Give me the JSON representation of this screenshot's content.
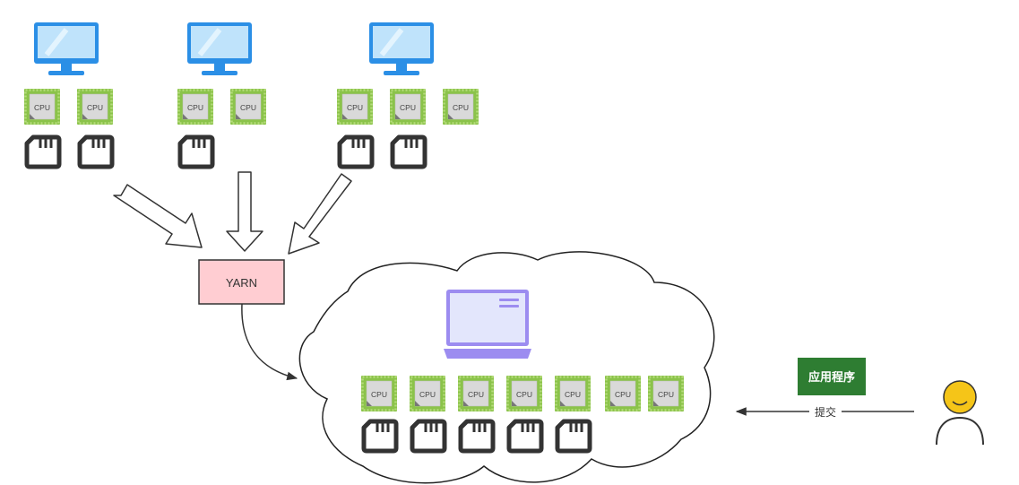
{
  "yarn": {
    "label": "YARN",
    "fill": "#ffcdd2",
    "stroke": "#333333"
  },
  "cpu": {
    "label": "CPU",
    "border": "#8bc34a",
    "chip": "#d9d9d9"
  },
  "memory_color": "#333333",
  "monitor_color": "#2196f3",
  "laptop_color": "#9c8cf0",
  "nodes": [
    {
      "id": "node-1",
      "cpus": 2,
      "memory": 2
    },
    {
      "id": "node-2",
      "cpus": 2,
      "memory": 1
    },
    {
      "id": "node-3",
      "cpus": 3,
      "memory": 2
    }
  ],
  "cluster": {
    "cpus": 7,
    "memory": 5
  },
  "app": {
    "label": "应用程序",
    "fill": "#2e7d32",
    "text_color": "#ffffff"
  },
  "submit": {
    "label": "提交"
  },
  "user": {
    "face_color": "#f5c518"
  }
}
